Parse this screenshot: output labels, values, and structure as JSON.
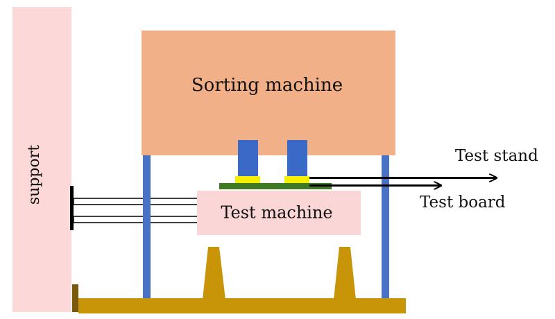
{
  "labels": {
    "support": "support",
    "sorting_machine": "Sorting machine",
    "test_machine": "Test machine",
    "test_stand": "Test stand",
    "test_board": "Test board"
  },
  "colors": {
    "support": "#fcd8d8",
    "sorting_machine": "#f2b088",
    "test_machine": "#fbd6d6",
    "legs": "#4a72c4",
    "plungers": "#3a6ac8",
    "contacts": "#f5f000",
    "test_board": "#3d7a22",
    "base": "#c89508",
    "feet": "#c89508",
    "rods": "#000000"
  }
}
